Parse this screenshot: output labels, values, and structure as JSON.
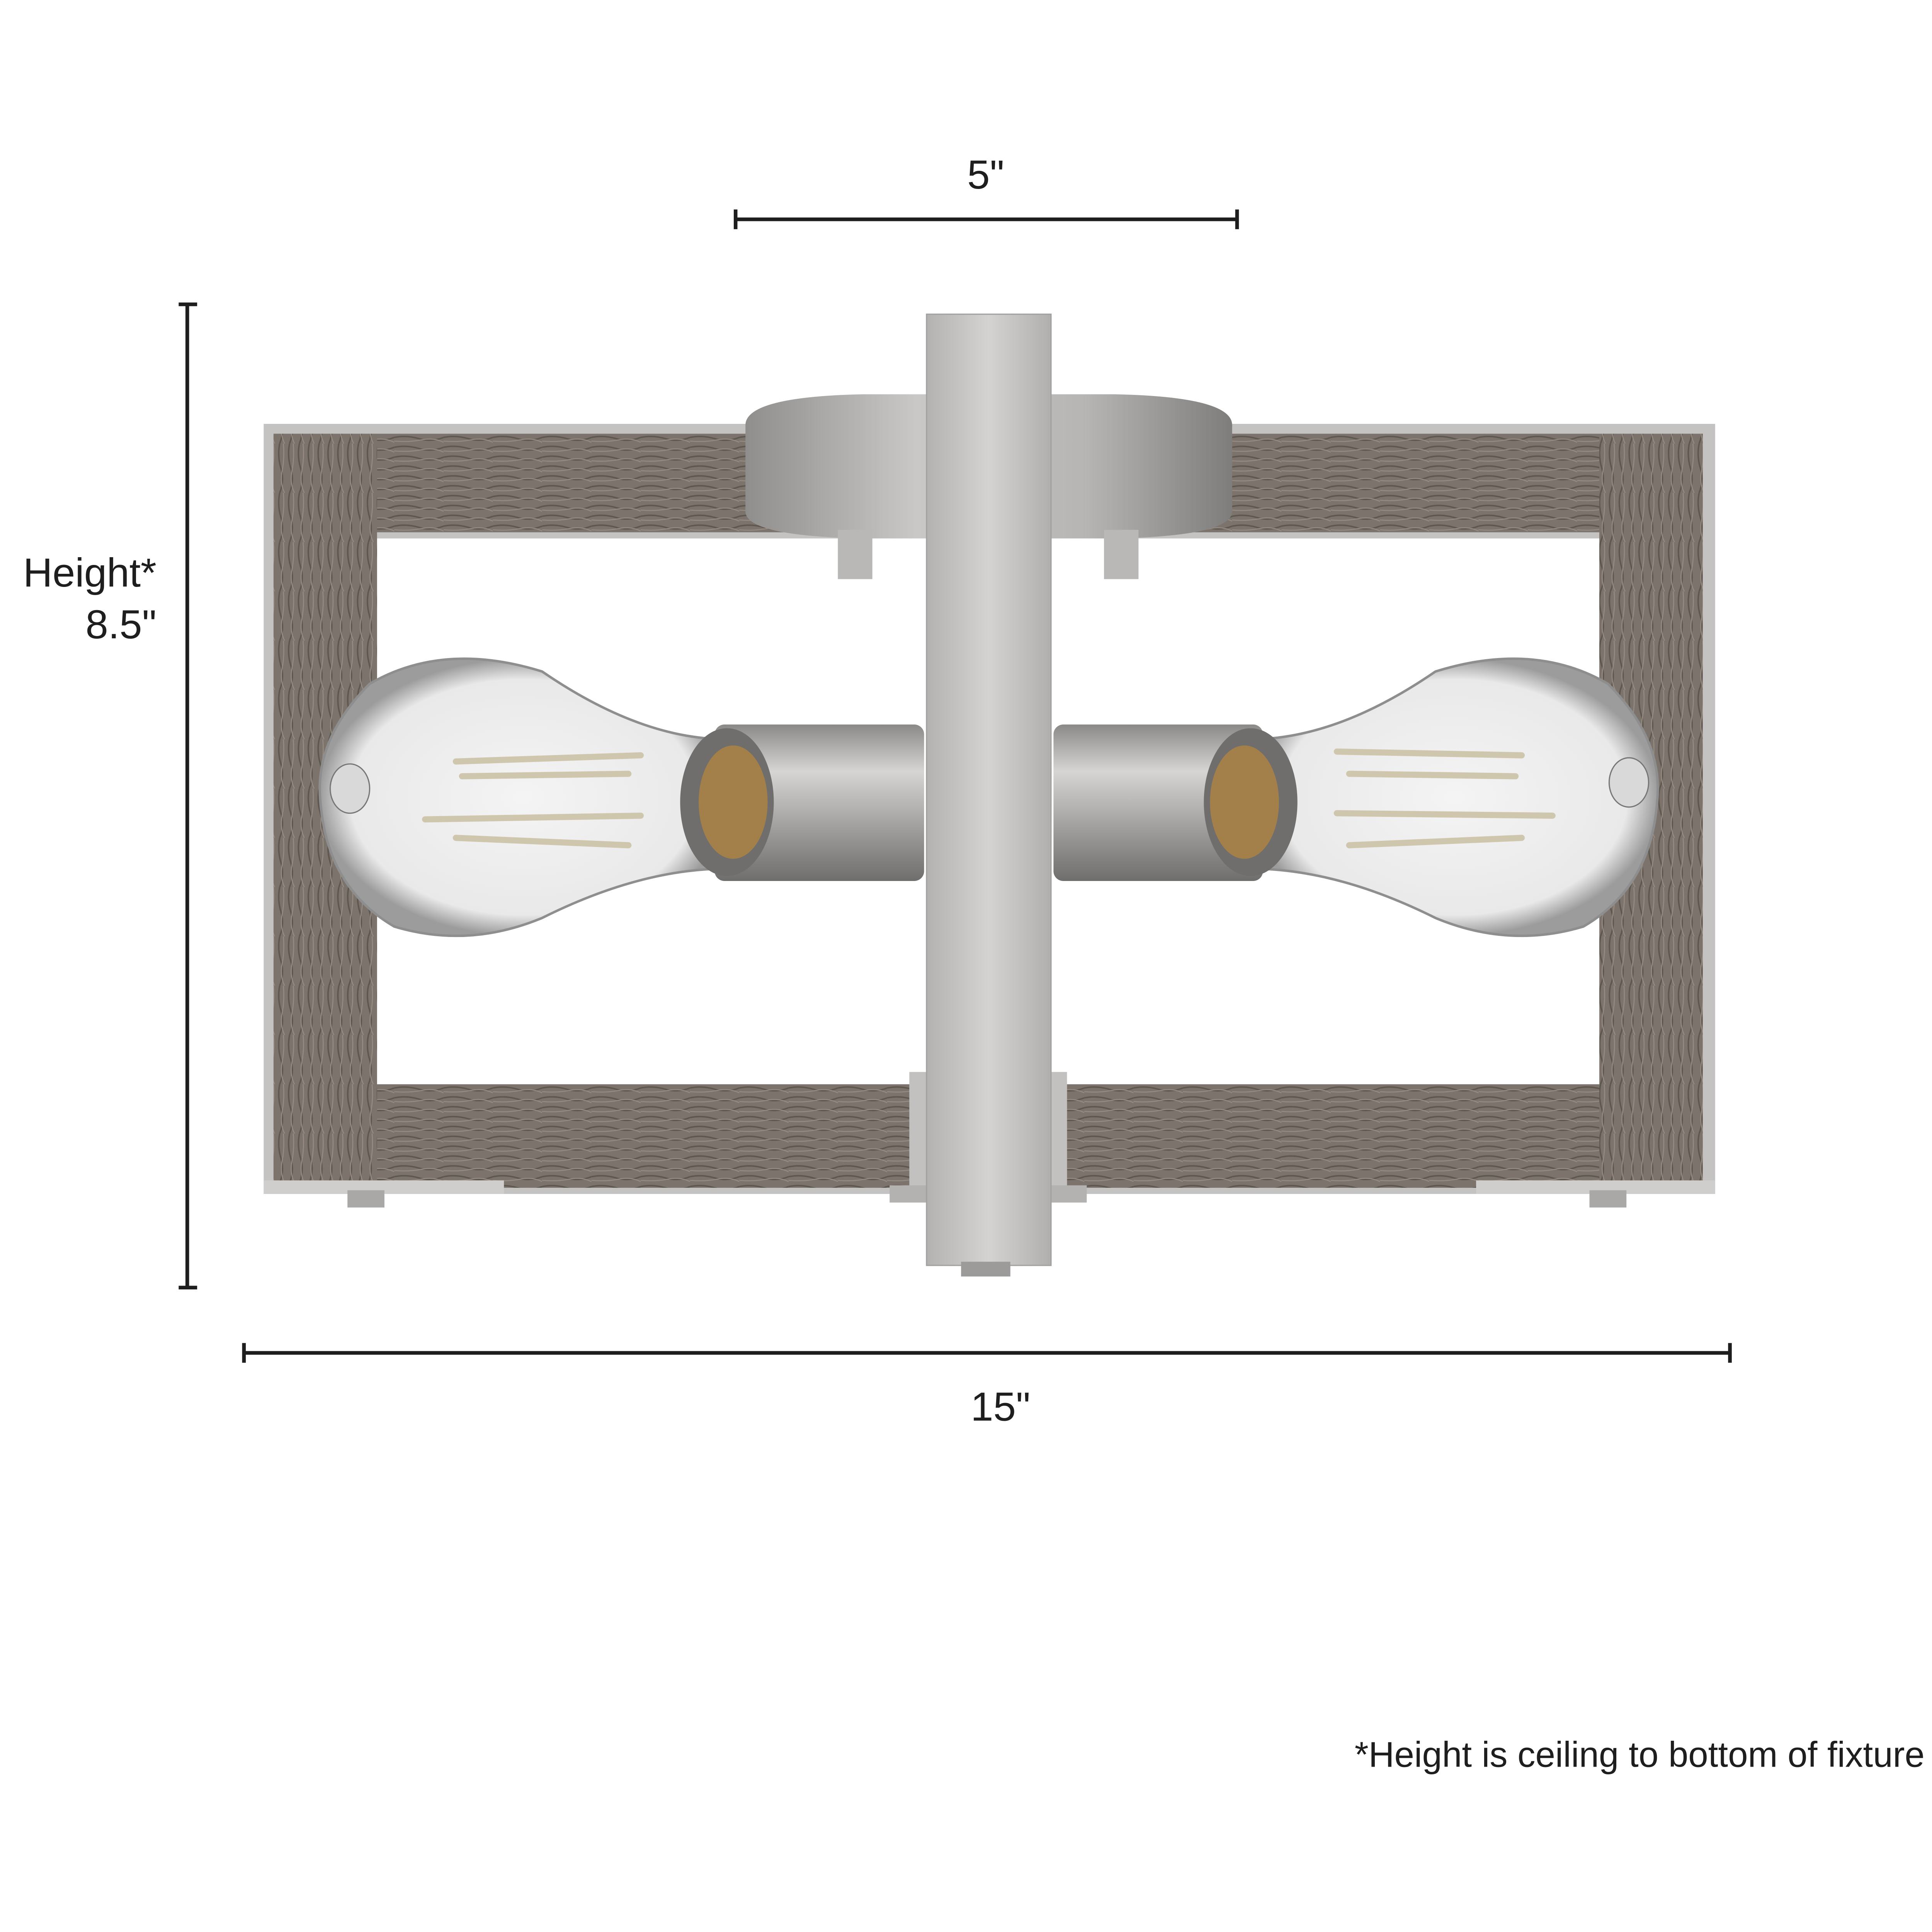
{
  "dimensions": {
    "width_top": "5\"",
    "height_label": "Height*",
    "height_value": "8.5\"",
    "width_bottom": "15\""
  },
  "footnote": "*Height is ceiling to bottom of fixture",
  "colors": {
    "dimension_line": "#1e1e1e",
    "wood": "#7b736c",
    "metal": "#c8c7c5"
  }
}
